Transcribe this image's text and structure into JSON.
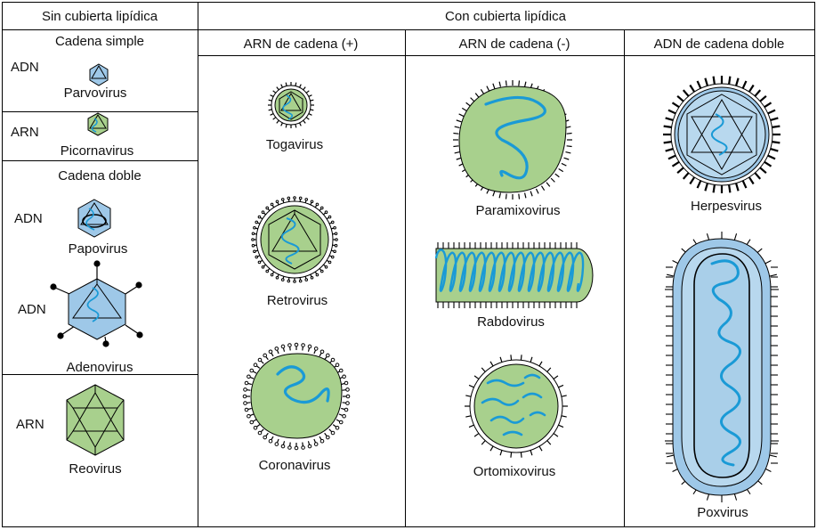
{
  "headers": {
    "no_envelope": "Sin cubierta lipídica",
    "with_envelope": "Con cubierta lipídica",
    "rna_plus": "ARN de cadena (+)",
    "rna_minus": "ARN de cadena (-)",
    "dna_double": "ADN de cadena doble"
  },
  "left": {
    "single_strand": "Cadena simple",
    "double_strand": "Cadena doble",
    "adn": "ADN",
    "arn": "ARN"
  },
  "viruses": {
    "parvovirus": "Parvovirus",
    "picornavirus": "Picornavirus",
    "papovirus": "Papovirus",
    "adenovirus": "Adenovirus",
    "reovirus": "Reovirus",
    "togavirus": "Togavirus",
    "retrovirus": "Retrovirus",
    "coronavirus": "Coronavirus",
    "paramixovirus": "Paramixovirus",
    "rabdovirus": "Rabdovirus",
    "ortomixovirus": "Ortomixovirus",
    "herpesvirus": "Herpesvirus",
    "poxvirus": "Poxvirus"
  },
  "colors": {
    "envelope_green": "#a8d08d",
    "capsid_blue": "#9ec8e8",
    "genome_blue": "#1a9ad6",
    "line": "#000000"
  }
}
